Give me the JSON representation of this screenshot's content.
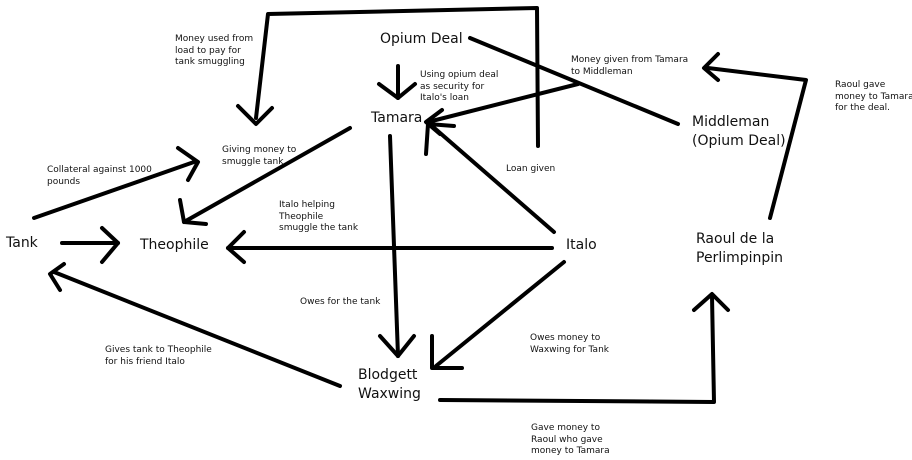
{
  "nodes": {
    "opium_deal": "Opium Deal",
    "tamara": "Tamara",
    "middleman": [
      "Middleman",
      "(Opium Deal)"
    ],
    "tank": "Tank",
    "theophile": "Theophile",
    "italo": "Italo",
    "raoul": [
      "Raoul de la",
      "Perlimpinpin"
    ],
    "blodgett": [
      "Blodgett",
      "Waxwing"
    ]
  },
  "labels": {
    "money_used": [
      "Money used from",
      "load to pay for",
      "tank smuggling"
    ],
    "using_opium": [
      "Using opium deal",
      "as security for",
      "Italo's loan"
    ],
    "money_given_tamara": [
      "Money given from Tamara",
      "to Middleman"
    ],
    "raoul_gave": [
      "Raoul gave",
      "money to Tamara",
      "for the deal."
    ],
    "giving_money": [
      "Giving money to",
      "smuggle tank"
    ],
    "collateral": [
      "Collateral against 1000",
      "pounds"
    ],
    "loan_given": "Loan given",
    "italo_helping": [
      "Italo helping",
      "Theophile",
      "smuggle the tank"
    ],
    "owes_tank": "Owes for the tank",
    "owes_waxwing": [
      "Owes money to",
      "Waxwing for Tank"
    ],
    "gives_tank": [
      "Gives tank to Theophile",
      "for his friend Italo"
    ],
    "gave_raoul": [
      "Gave money to",
      "Raoul who gave",
      "money to Tamara"
    ]
  },
  "colors": {
    "stroke": "#000000",
    "text": "#111111",
    "background": "#ffffff"
  }
}
